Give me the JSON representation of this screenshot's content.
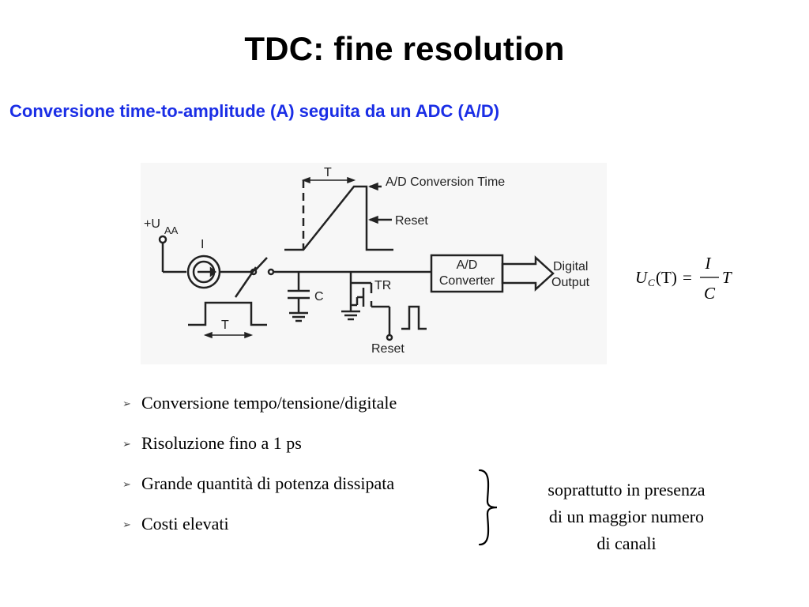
{
  "slide": {
    "title": "TDC: fine resolution",
    "subtitle": "Conversione time-to-amplitude (A) seguita da un ADC (A/D)"
  },
  "diagram": {
    "labels": {
      "supply": "+U",
      "supply_sub": "AA",
      "current_source": "I",
      "pulse_width": "T",
      "ramp_time": "T",
      "capacitor": "C",
      "transistor": "TR",
      "reset_gate": "Reset",
      "reset_arrow": "Reset",
      "conversion_time": "A/D Conversion Time",
      "converter_line1": "A/D",
      "converter_line2": "Converter",
      "output_line1": "Digital",
      "output_line2": "Output"
    }
  },
  "formula": {
    "lhs_main": "U",
    "lhs_sub": "C",
    "lhs_arg": "(T)",
    "equals": "=",
    "numerator": "I",
    "denominator": "C",
    "multiplier": "T"
  },
  "bullets": [
    "Conversione tempo/tensione/digitale",
    "Risoluzione fino a 1 ps",
    "Grande quantità di potenza dissipata",
    "Costi elevati"
  ],
  "note": {
    "line1": "soprattutto in presenza",
    "line2": "di un maggior numero",
    "line3": "di canali"
  },
  "icons": {
    "bullet": "chevron-right-icon",
    "brace": "right-brace-icon"
  }
}
